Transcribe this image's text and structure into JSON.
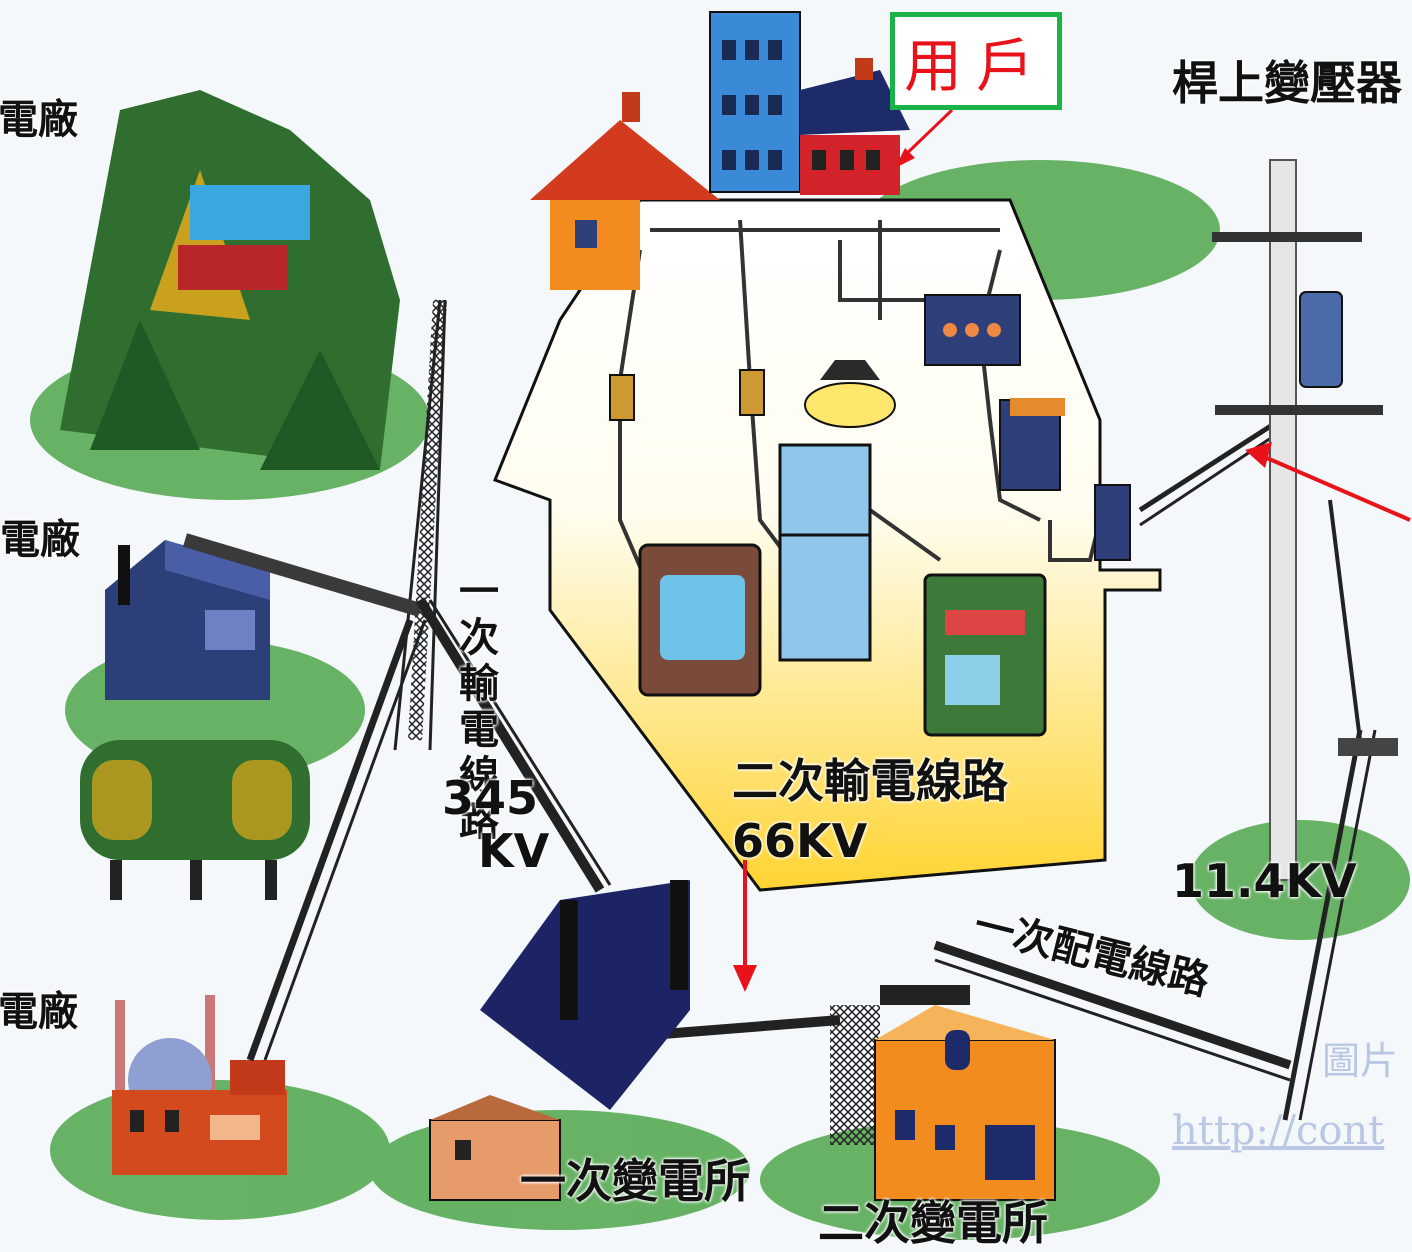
{
  "labels": {
    "user": "用戶",
    "pole_transformer": "桿上變壓器",
    "primary_transmission": "一次輸電線路",
    "primary_kv": "345",
    "primary_kv_unit": "KV",
    "secondary_transmission": "二次輸電線路",
    "secondary_kv": "66KV",
    "primary_distribution": "一次配電線路",
    "distribution_kv": "11.4KV",
    "primary_substation": "一次變電所",
    "secondary_substation": "二次變電所",
    "hydro_plant_partial": "電廠",
    "thermal_plant_partial": "發電廠",
    "nuclear_plant_partial": "電廠"
  },
  "watermark": {
    "line1": "圖片",
    "line2": "http://cont"
  },
  "colors": {
    "user_box_border": "#1bb24a",
    "user_text": "#e8121b",
    "arrow": "#e8121b",
    "house_fill_top": "#ffffff",
    "house_fill_bottom": "#ffd433",
    "greenery": "#3f9a3f",
    "watermark": "#b9c7e4"
  }
}
